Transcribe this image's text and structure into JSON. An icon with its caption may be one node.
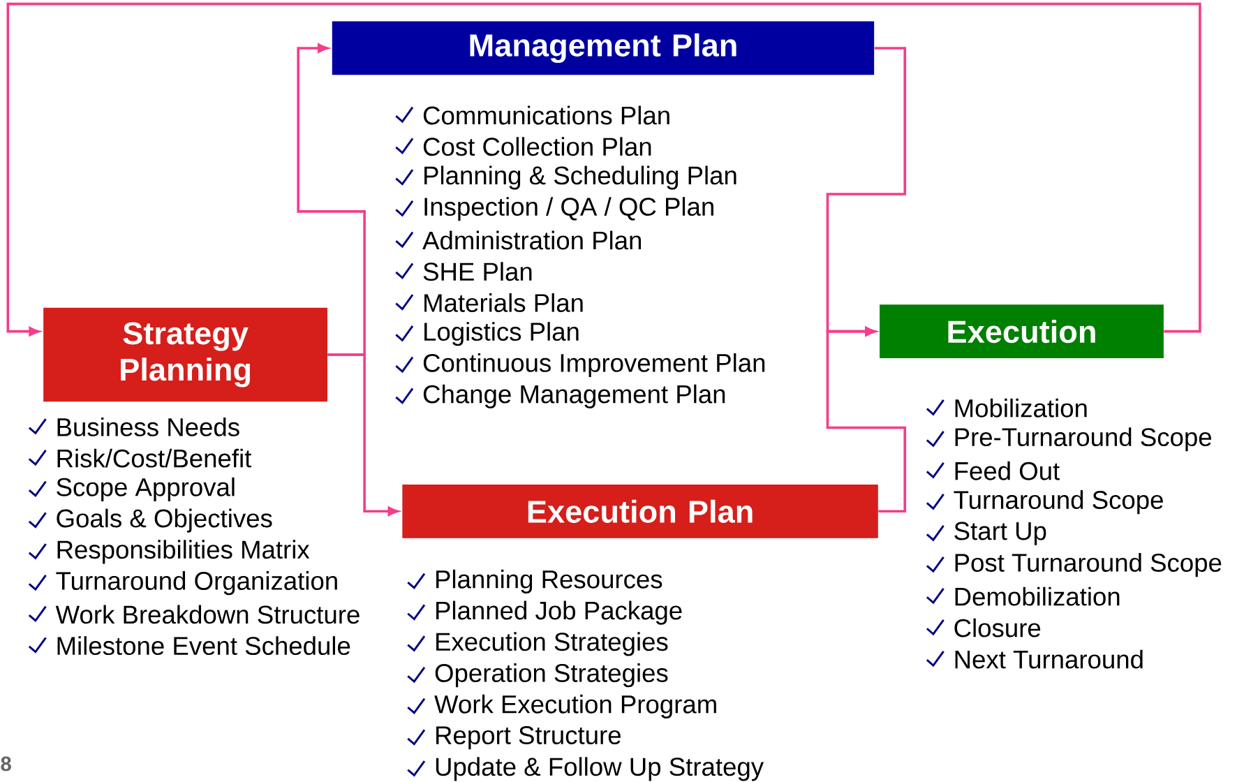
{
  "diagram": {
    "nodes": [
      {
        "text": [
          "Management Plan"
        ],
        "beside": [
          "Communications Plan",
          "Cost Collection Plan",
          "Planning & Scheduling Plan",
          "Inspection / QA / QC Plan",
          "Administration Plan",
          "SHE Plan",
          "Materials Plan",
          "Logistics Plan",
          "Continuous Improvement Plan",
          "Change Management Plan"
        ]
      },
      {
        "text": [
          "Strategy Planning"
        ],
        "beside": [
          "Business Needs",
          "Risk/Cost/Benefit",
          "Scope Approval",
          "Goals & Objectives",
          "Responsibilities Matrix",
          "Turnaround Organization",
          "Work Breakdown Structure",
          "Milestone Event Schedule"
        ]
      },
      {
        "text": [
          "Execution"
        ],
        "beside": [
          "Mobilization",
          "Pre-Turnaround Scope",
          "Feed Out",
          "Turnaround Scope",
          "Start Up",
          "Post Turnaround Scope",
          "Demobilization",
          "Closure",
          "Next Turnaround"
        ]
      },
      {
        "text": [
          "Execution Plan"
        ],
        "beside": [
          "Planning Resources",
          "Planned Job Package",
          "Execution Strategies",
          "Operation Strategies",
          "Work Execution Program",
          "Report Structure",
          "Update & Follow Up Strategy"
        ]
      }
    ],
    "edges": [
      {
        "from": 1,
        "to": 0,
        "arrow": "to"
      },
      {
        "from": 1,
        "to": 3,
        "arrow": "to"
      },
      {
        "from": 0,
        "to": 2,
        "arrow": "to"
      },
      {
        "from": 3,
        "to": 2,
        "arrow": "to"
      },
      {
        "from": 2,
        "to": 1,
        "arrow": "to"
      }
    ],
    "labels": [
      "8"
    ]
  }
}
